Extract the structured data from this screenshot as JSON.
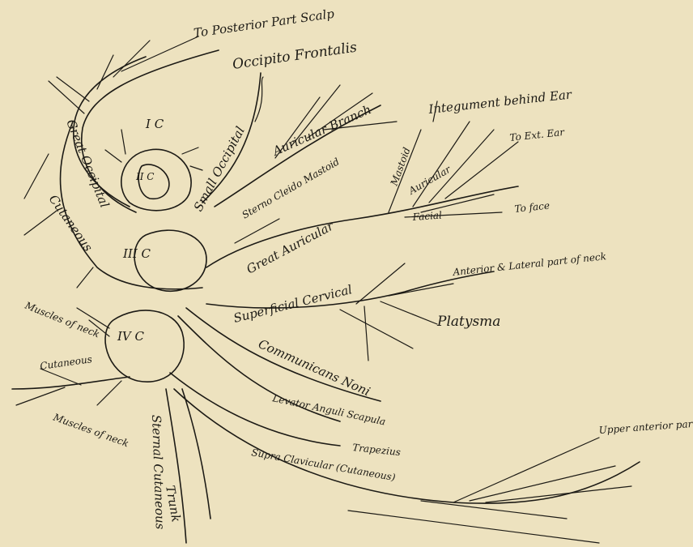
{
  "labels": {
    "post_scalp": "To Posterior Part Scalp",
    "occipito": "Occipito Frontalis",
    "great_occipital": "Great Occipital",
    "ic": "I C",
    "iic": "II C",
    "small_occipital": "Small Occipital",
    "auricular_branch": "Auricular Branch",
    "integument": "Integument behind Ear",
    "to_ext_ear": "To Ext. Ear",
    "mastoid": "Mastoid",
    "auricular": "Auricular",
    "facial": "Facial",
    "to_face": "To face",
    "sterno": "Sterno Cleido Mastoid",
    "cutaneous_upper": "Cutaneous",
    "great_auricular": "Great Auricular",
    "iiic": "III C",
    "anterior_lateral": "Anterior & Lateral part of neck",
    "superficial_cervical": "Superficial Cervical",
    "platysma": "Platysma",
    "muscles_neck_1": "Muscles of neck",
    "ivc": "IV C",
    "communicans": "Communicans Noni",
    "cutaneous_lower": "Cutaneous",
    "levator": "Levator Anguli Scapula",
    "muscles_neck_2": "Muscles of neck",
    "trapezius": "Trapezius",
    "sternal_cutaneous": "Sternal Cutaneous",
    "trunk": "Trunk",
    "supraclavicular": "Supra Clavicular (Cutaneous)",
    "upper_anterior": "Upper anterior part of Chest & Shoulder"
  }
}
